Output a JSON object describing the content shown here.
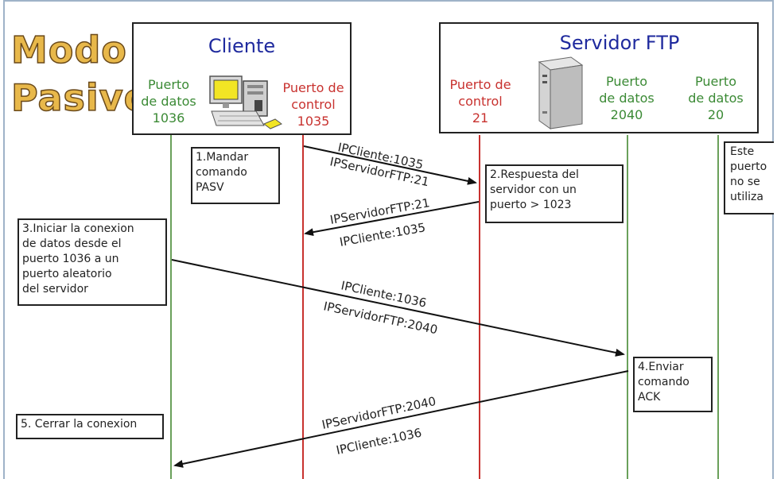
{
  "title": {
    "line1": "Modo",
    "line2": "Pasivo"
  },
  "client": {
    "name": "Cliente",
    "data_port": {
      "line1": "Puerto",
      "line2": "de datos",
      "line3": "1036"
    },
    "control_port": {
      "line1": "Puerto de",
      "line2": "control",
      "line3": "1035"
    }
  },
  "server": {
    "name": "Servidor FTP",
    "control_port": {
      "line1": "Puerto de",
      "line2": "control",
      "line3": "21"
    },
    "data_port_2040": {
      "line1": "Puerto",
      "line2": "de datos",
      "line3": "2040"
    },
    "data_port_20": {
      "line1": "Puerto",
      "line2": "de datos",
      "line3": "20"
    }
  },
  "steps": {
    "s1": "1.Mandar\ncomando\nPASV",
    "s2": "2.Respuesta del\n  servidor con un\n  puerto > 1023",
    "s3": "3.Iniciar la conexion\n  de datos desde el\n  puerto 1036 a un\n  puerto aleatorio\n  del servidor",
    "s4": "4.Enviar\n  comando\n  ACK",
    "s5": "5. Cerrar la conexion",
    "unused": "Este\npuerto\nno se\nutiliza"
  },
  "arrows": {
    "a1_top": "IPCliente:1035",
    "a1_bottom": "IPServidorFTP:21",
    "a2_top": "IPServidorFTP:21",
    "a2_bottom": "IPCliente:1035",
    "a3_top": "IPCliente:1036",
    "a3_bottom": "IPServidorFTP:2040",
    "a4_top": "IPServidorFTP:2040",
    "a4_bottom": "IPCliente:1036"
  },
  "colors": {
    "client_data_line": "#6aa05a",
    "client_control_line": "#c8322f",
    "server_control_line": "#c8322f",
    "server_data_line": "#6aa05a",
    "header_blue": "#1f2a9e",
    "port_red": "#c8322f",
    "port_green": "#3b8a35"
  },
  "icons": {
    "client": "desktop-computer-icon",
    "server": "server-tower-icon"
  }
}
